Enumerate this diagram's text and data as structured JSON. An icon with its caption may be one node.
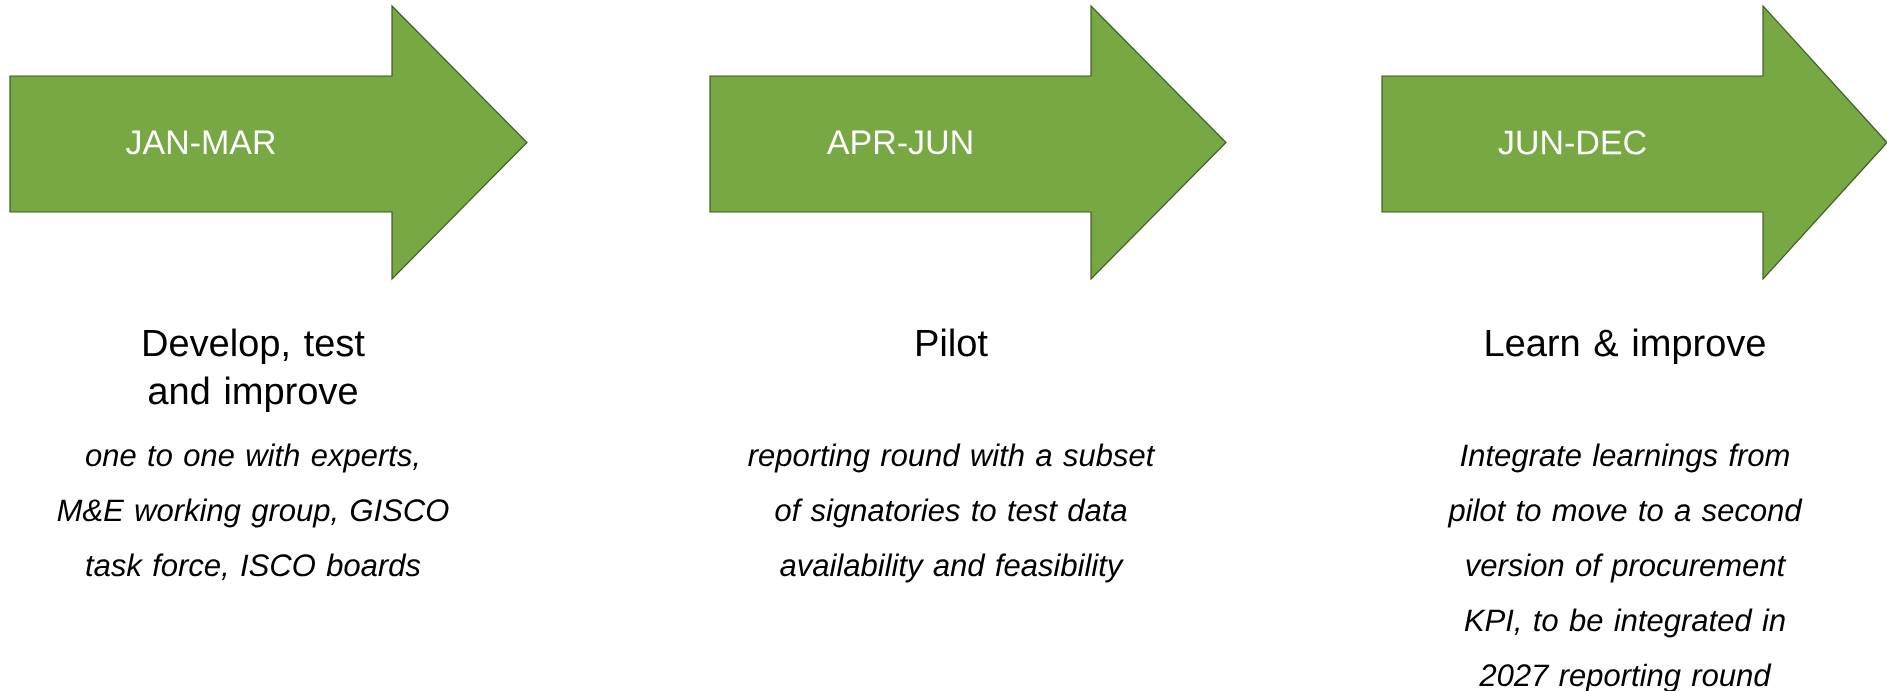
{
  "diagram": {
    "nodes": [
      {
        "text": [
          "JAN-MAR"
        ],
        "beside": [
          "Develop, test and improve",
          "one to one with experts, M&E working group, GISCO task force, ISCO boards"
        ]
      },
      {
        "text": [
          "APR-JUN"
        ],
        "beside": [
          "Pilot",
          "reporting round with a subset of signatories to test data availability and feasibility"
        ]
      },
      {
        "text": [
          "JUN-DEC"
        ],
        "beside": [
          "Learn & improve",
          "Integrate learnings from pilot to move to a second version of procurement KPI, to be integrated in 2027 reporting round"
        ]
      }
    ]
  }
}
